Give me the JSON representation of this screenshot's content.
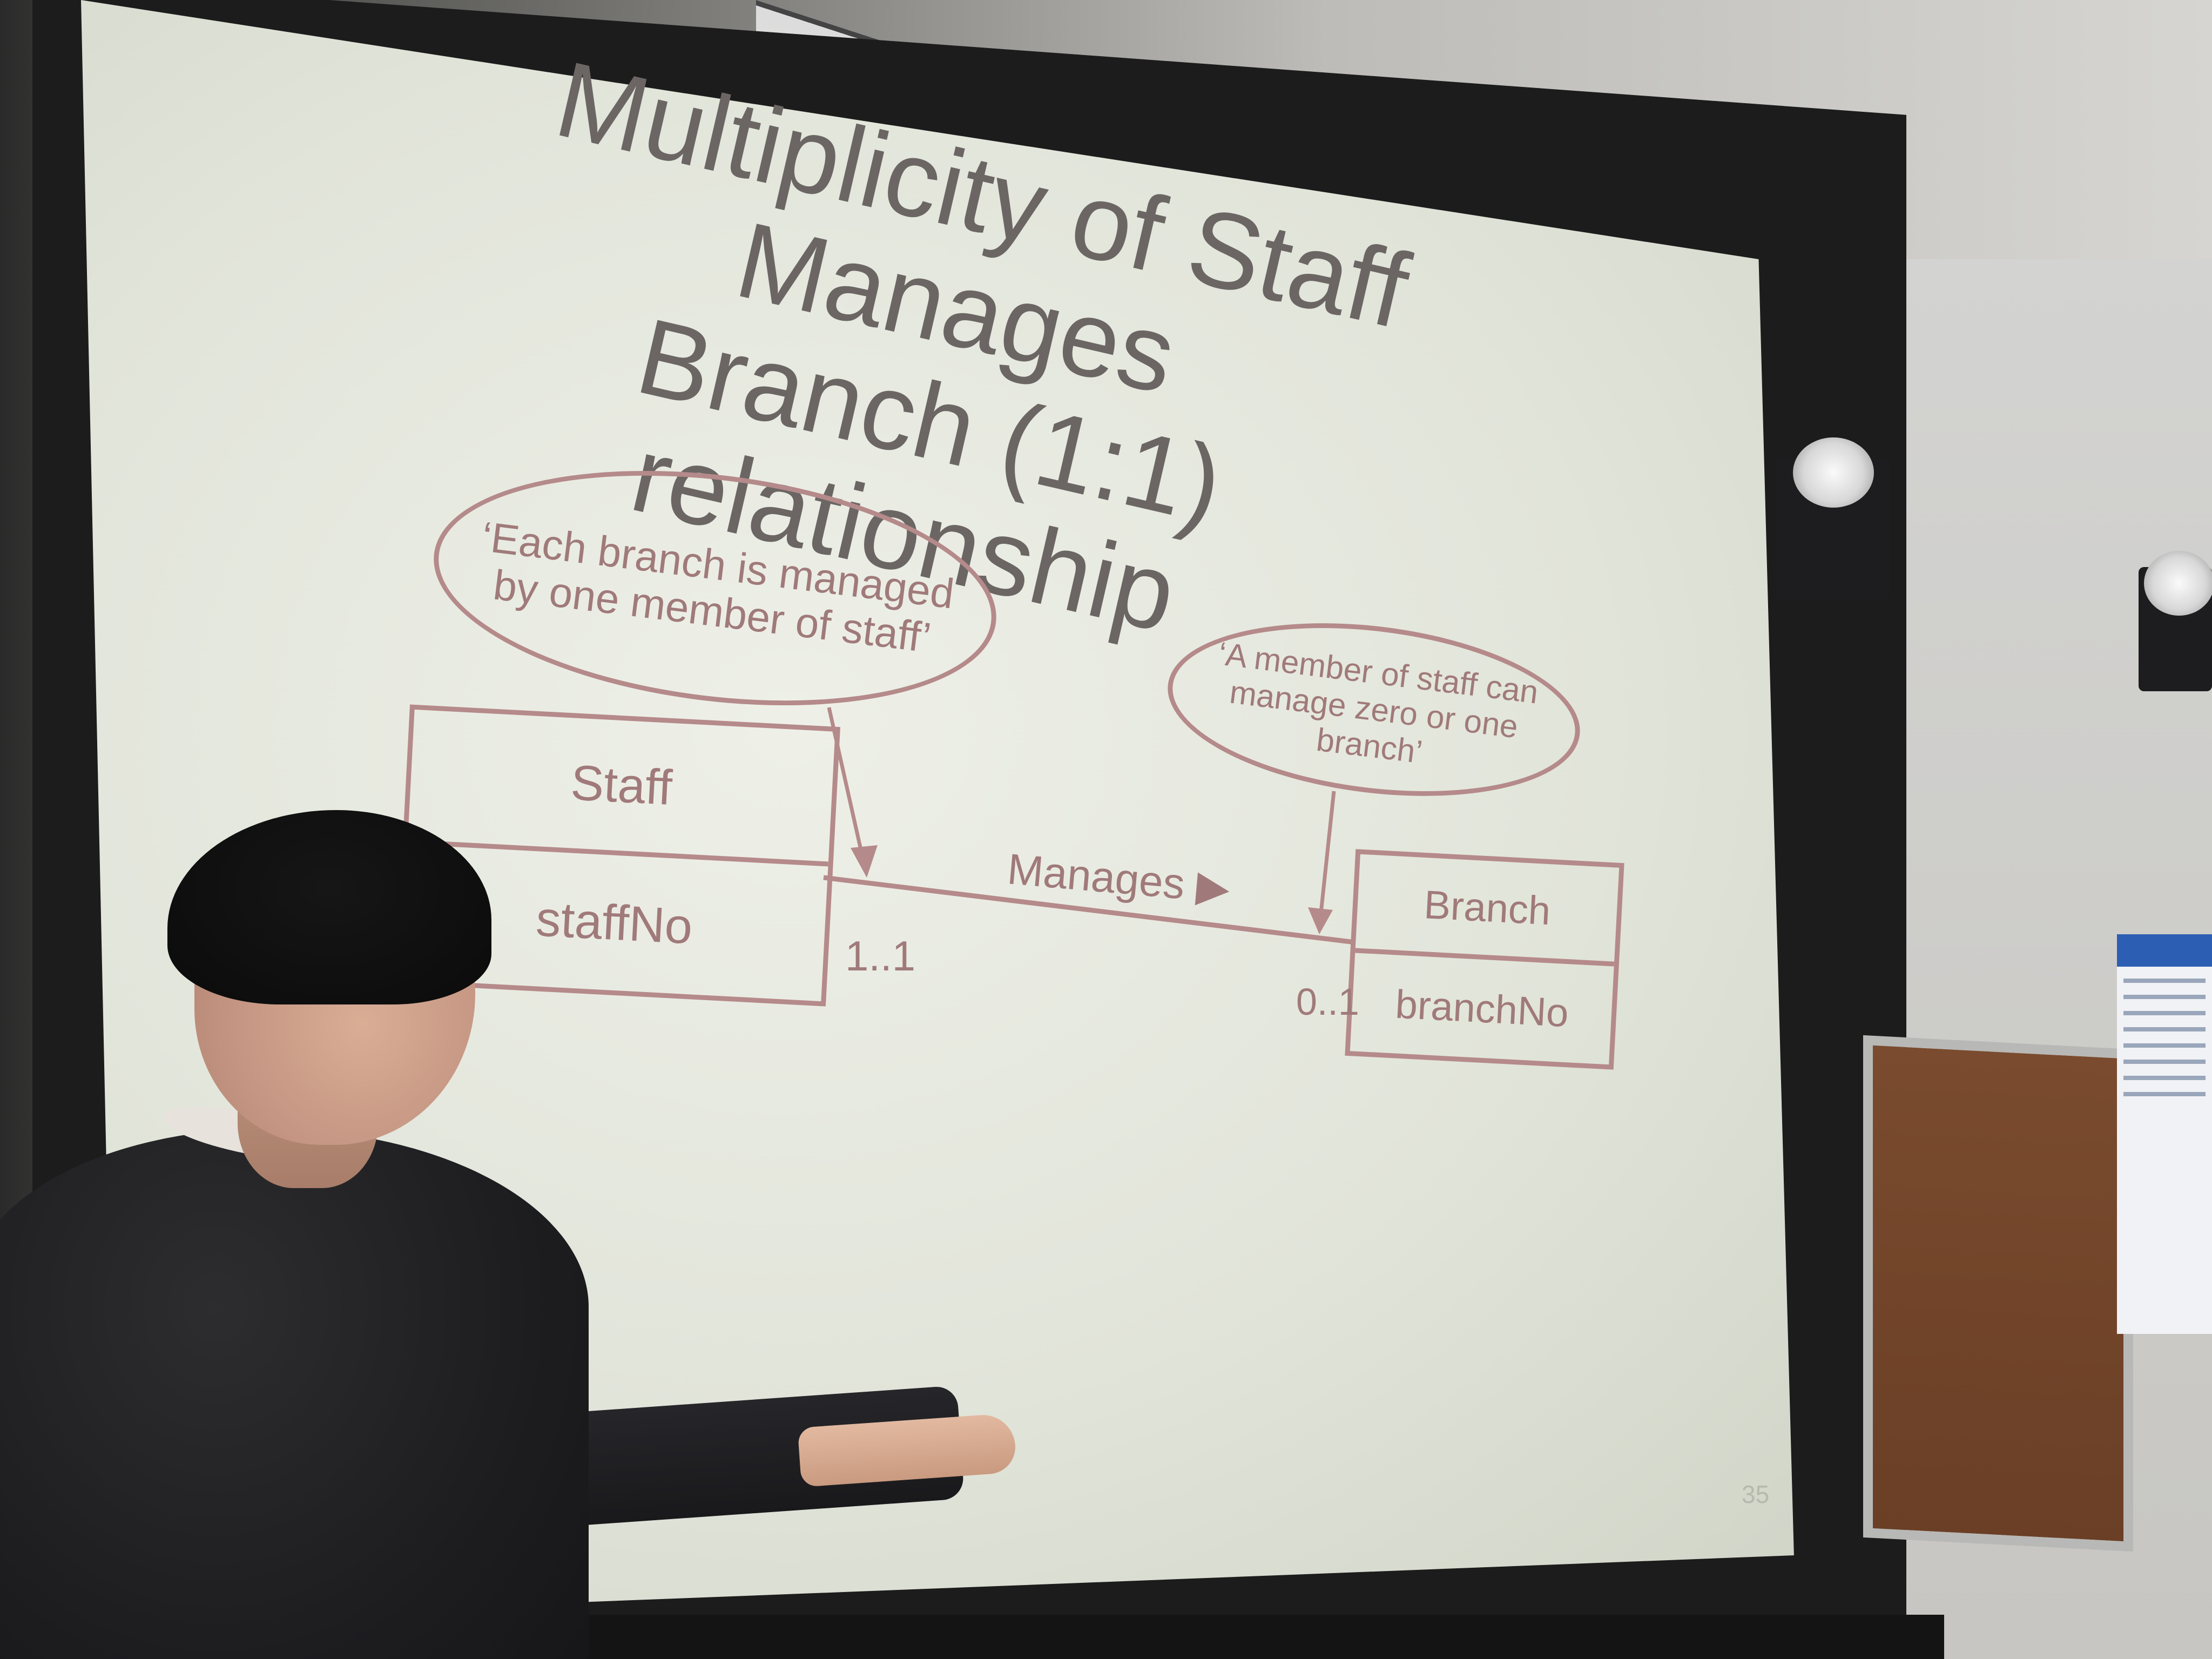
{
  "slide": {
    "title_line1": "Multiplicity of Staff Manages",
    "title_line2": "Branch (1:1) relationship",
    "bubble_left_line1": "‘Each branch is managed",
    "bubble_left_line2": "by one member of staff’",
    "bubble_right_line1": "‘A member of staff can",
    "bubble_right_line2": "manage zero or one branch’",
    "staff_class": "Staff",
    "staff_attribute": "staffNo",
    "branch_class": "Branch",
    "branch_attribute": "branchNo",
    "relationship_label": "Manages ▶",
    "staff_multiplicity": "1..1",
    "branch_multiplicity": "0..1",
    "page_number": "35"
  },
  "colors": {
    "slide_background": "#e1e4d9",
    "diagram_line": "#b58a8a",
    "title_text": "#6b6664"
  }
}
